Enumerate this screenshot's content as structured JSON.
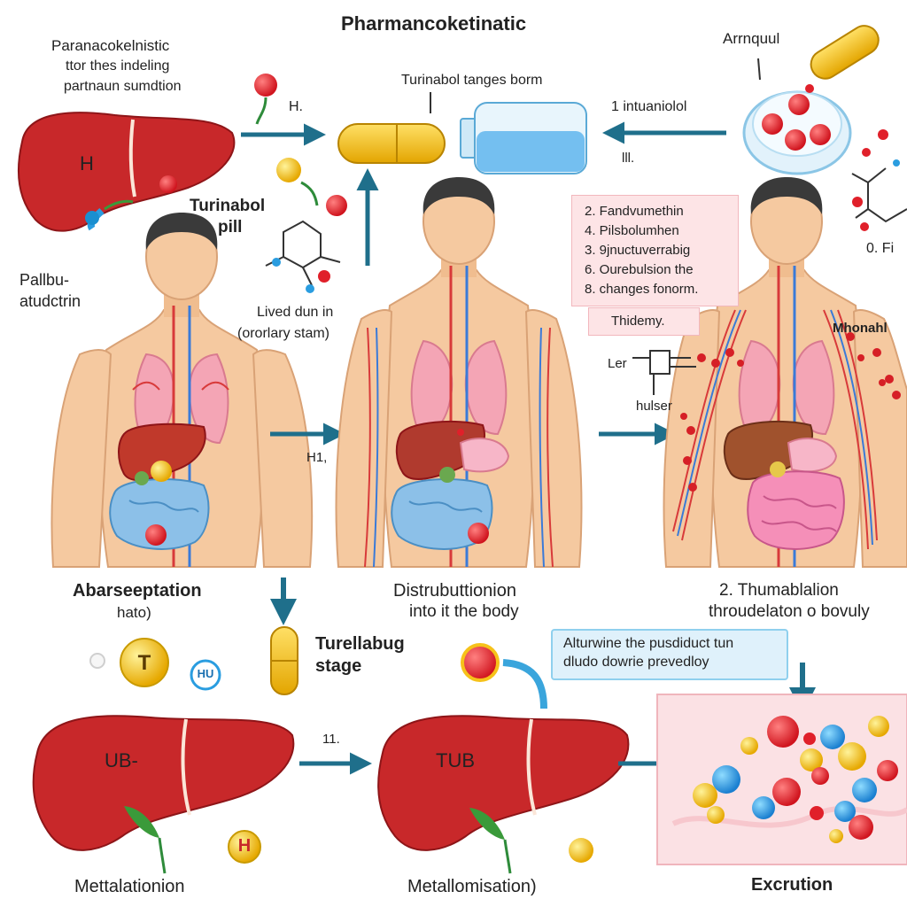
{
  "title": "Pharmancoketinatic",
  "top_left_caption": {
    "line1": "Paranacokelnistic",
    "line2": "ttor thes indeling",
    "line3": "partnaun sumdtion"
  },
  "labels": {
    "h_dot": "H.",
    "liver_h": "H",
    "turinabol_pill": [
      "Turinabol",
      "pill"
    ],
    "lived_dun": [
      "Lived dun in",
      "(ororlary stam)"
    ],
    "pallbu": [
      "Pallbu-",
      "atudctrin"
    ],
    "turinabol_tanges": "Turinabol tanges borm",
    "ll_top": "lll.",
    "intuaniolol": "1 intuaniolol",
    "arrnquul": "Arrnquul",
    "o_fi": "0.  Fi",
    "thidemy": "Thidemy.",
    "ler": "Ler",
    "hulser": "hulser",
    "mhonahl": "Mhonahl",
    "h1_mid": "H1,",
    "absorption": [
      "Abarseeptation",
      "hato)"
    ],
    "distribution": [
      "Distrubuttionion",
      "into it the body"
    ],
    "thumablalion": [
      "2.  Thumablalion",
      "throudelaton o bovuly"
    ],
    "turellabug": [
      "Turellabug",
      "stage"
    ],
    "t_badge": "T",
    "hu_badge": "HU",
    "ub_liver": "UB-",
    "l1_bottom": "11.",
    "tub_liver": "TUB",
    "h_badge": "H",
    "metallation": "Mettalationion",
    "metallomisation": "Metallomisation)",
    "excretion": "Excrution"
  },
  "steps_list": [
    "2.  Fandvumethin",
    "4.  Pilsbolumhen",
    "3.  9jnuctuverrabig",
    "6.  Ourebulsion the",
    "8.  changes fonorm."
  ],
  "info_box": [
    "Alturwine the pusdiduct tun",
    "dludo dowrie prevedloy"
  ],
  "colors": {
    "liver": "#c8282a",
    "arrow": "#1f6f8b",
    "pill_yellow": "#f6c21a",
    "skin": "#f5c9a0",
    "lungs": "#f4a5b5",
    "intestine": "#8cc0e8",
    "pink_panel": "#fde4e6",
    "info_blue": "#dff1fb",
    "red_dot": "#e0202a",
    "blue_dot": "#2a9de0"
  }
}
